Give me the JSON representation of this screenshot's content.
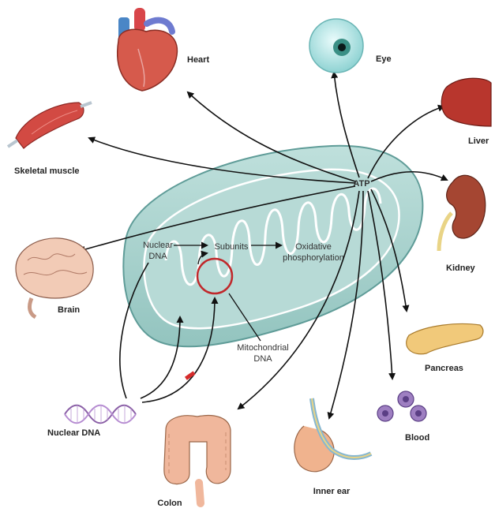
{
  "labels": {
    "heart": "Heart",
    "eye": "Eye",
    "liver": "Liver",
    "skeletal_muscle": "Skeletal muscle",
    "kidney": "Kidney",
    "brain": "Brain",
    "pancreas": "Pancreas",
    "blood": "Blood",
    "inner_ear": "Inner ear",
    "colon": "Colon",
    "nuclear_dna_outside": "Nuclear DNA",
    "atp": "ATP",
    "nuclear_dna_inside_line1": "Nuclear",
    "nuclear_dna_inside_line2": "DNA",
    "subunits": "Subunits",
    "oxidative_line1": "Oxidative",
    "oxidative_line2": "phosphorylation",
    "mito_dna_line1": "Mitochondrial",
    "mito_dna_line2": "DNA"
  },
  "colors": {
    "mitochondrion_fill": "#a9d3cf",
    "mitochondrion_outline": "#5f9c98",
    "mtdna_ring": "#c0282b",
    "arrow": "#111111",
    "inhibitor": "#d62b2b"
  }
}
